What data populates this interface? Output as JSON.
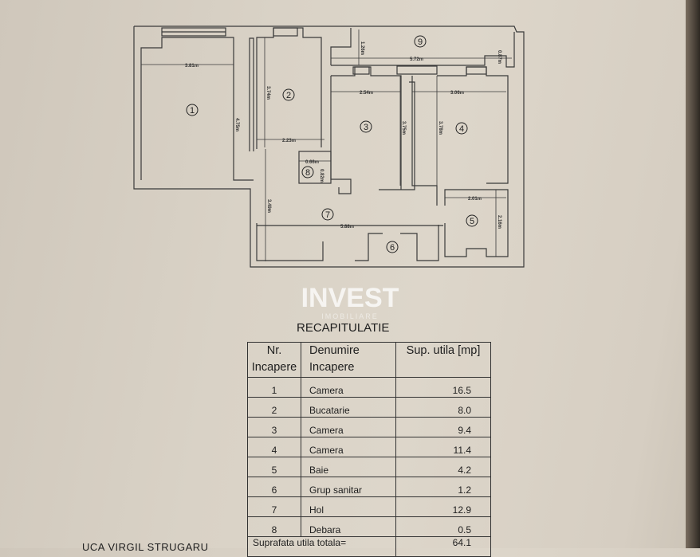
{
  "plan": {
    "rooms": [
      "1",
      "2",
      "3",
      "4",
      "5",
      "6",
      "7",
      "8",
      "9"
    ],
    "dimensions": {
      "r1_width": "3.81m",
      "r1_height": "4.75m",
      "r2_height": "3.74m",
      "r2_width": "2.23m",
      "r9_height": "1.26m",
      "r9_width": "5.72m",
      "r9_small": "0.87m",
      "r3_width": "2.54m",
      "r3_height": "3.75m",
      "r4_width": "3.06m",
      "r4_height": "3.78m",
      "r8_width": "0.66m",
      "r8_height": "0.82m",
      "r7_height": "3.49m",
      "r7_width": "5.88m",
      "r5_width": "2.01m",
      "r5_height": "2.16m"
    }
  },
  "watermark": {
    "brand": "INVEST",
    "sub": "IMOBILIARE"
  },
  "table": {
    "title": "RECAPITULATIE",
    "headers": [
      "Nr. Incapere",
      "Denumire Incapere",
      "Sup. utila [mp]"
    ],
    "rows": [
      {
        "nr": "1",
        "name": "Camera",
        "area": "16.5"
      },
      {
        "nr": "2",
        "name": "Bucatarie",
        "area": "8.0"
      },
      {
        "nr": "3",
        "name": "Camera",
        "area": "9.4"
      },
      {
        "nr": "4",
        "name": "Camera",
        "area": "11.4"
      },
      {
        "nr": "5",
        "name": "Baie",
        "area": "4.2"
      },
      {
        "nr": "6",
        "name": "Grup sanitar",
        "area": "1.2"
      },
      {
        "nr": "7",
        "name": "Hol",
        "area": "12.9"
      },
      {
        "nr": "8",
        "name": "Debara",
        "area": "0.5"
      }
    ],
    "total_label": "Suprafata utila totala=",
    "total_value": "64.1"
  },
  "footer": {
    "address": "UCA VIRGIL STRUGARU"
  }
}
